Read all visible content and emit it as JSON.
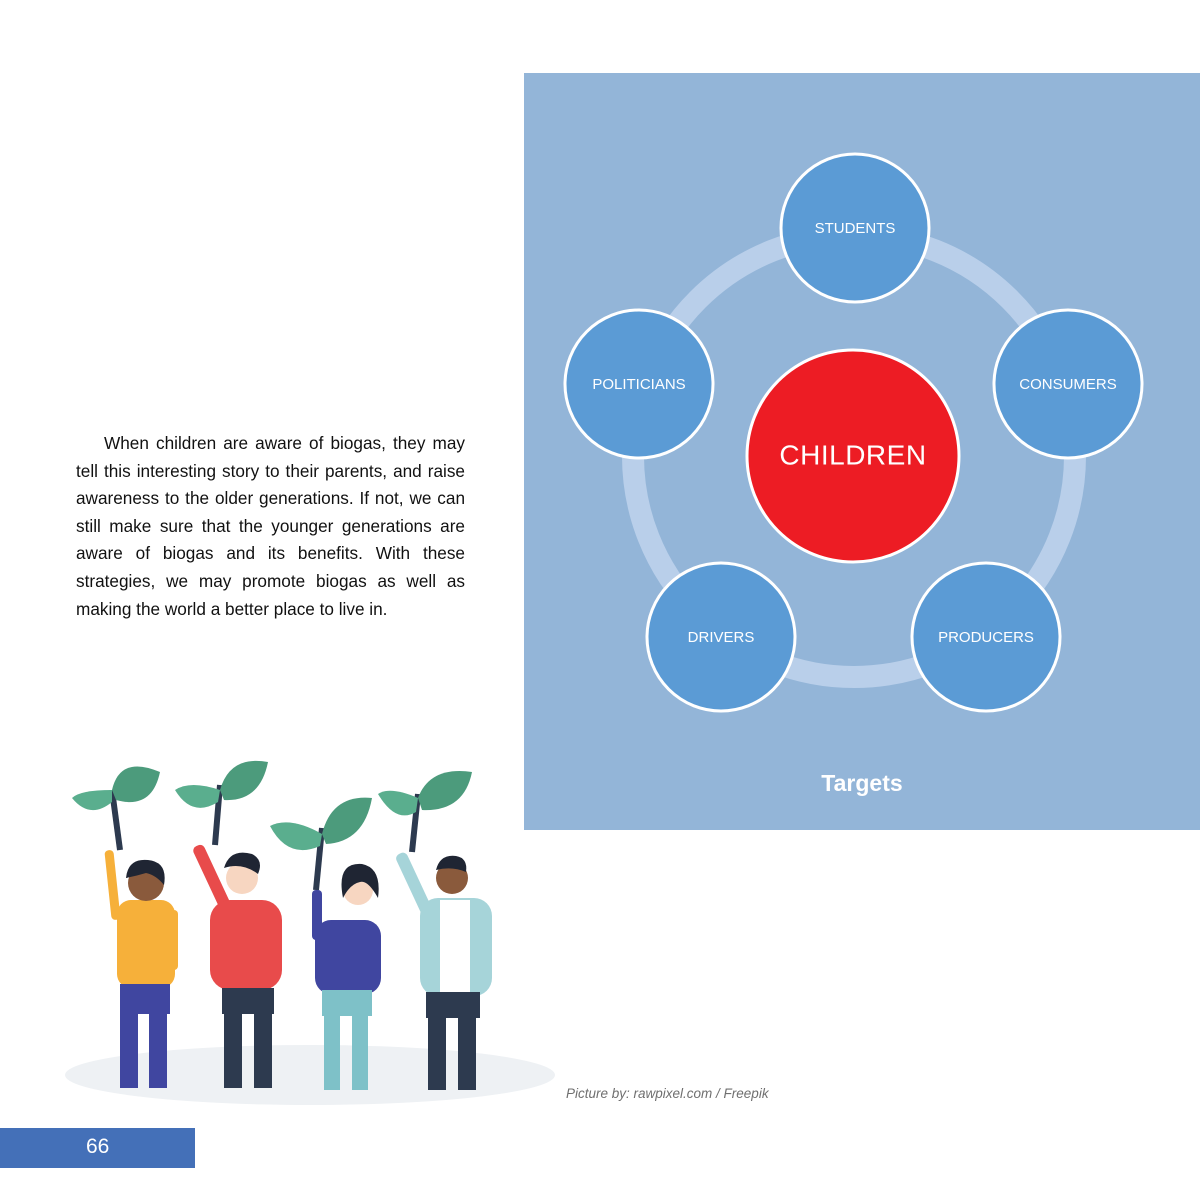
{
  "paragraph": {
    "text": "When children are aware of biogas, they may tell this interesting story to their parents, and raise awareness to the older generations. If not, we can still make sure that the younger generations are aware of biogas and its benefits. With these strategies, we may promote biogas as well as making the world a better place to live in."
  },
  "diagram": {
    "center": "CHILDREN",
    "nodes": {
      "students": "STUDENTS",
      "consumers": "CONSUMERS",
      "producers": "PRODUCERS",
      "drivers": "DRIVERS",
      "politicians": "POLITICIANS"
    },
    "caption": "Targets"
  },
  "credit": "Picture by: rawpixel.com / Freepik",
  "page_number": "66",
  "colors": {
    "panel": "#93b5d8",
    "node": "#5b9bd5",
    "center": "#ed1c24",
    "ring": "#b9cfea",
    "page_bar": "#4470b8"
  }
}
